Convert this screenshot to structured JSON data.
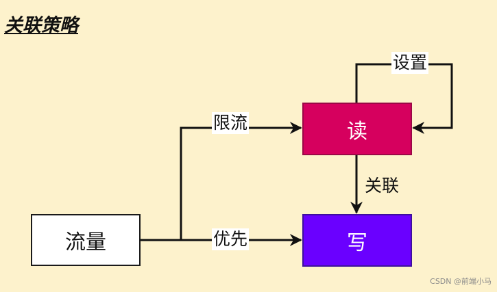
{
  "title": "关联策略",
  "nodes": {
    "flow": "流量",
    "read": "读",
    "write": "写"
  },
  "edges": {
    "limit": "限流",
    "priority": "优先",
    "set": "设置",
    "assoc": "关联"
  },
  "watermark": "CSDN @前端小马",
  "colors": {
    "background": "#fdf2cc",
    "read_fill": "#d6005e",
    "write_fill": "#6a00ff",
    "edge": "#111111"
  }
}
